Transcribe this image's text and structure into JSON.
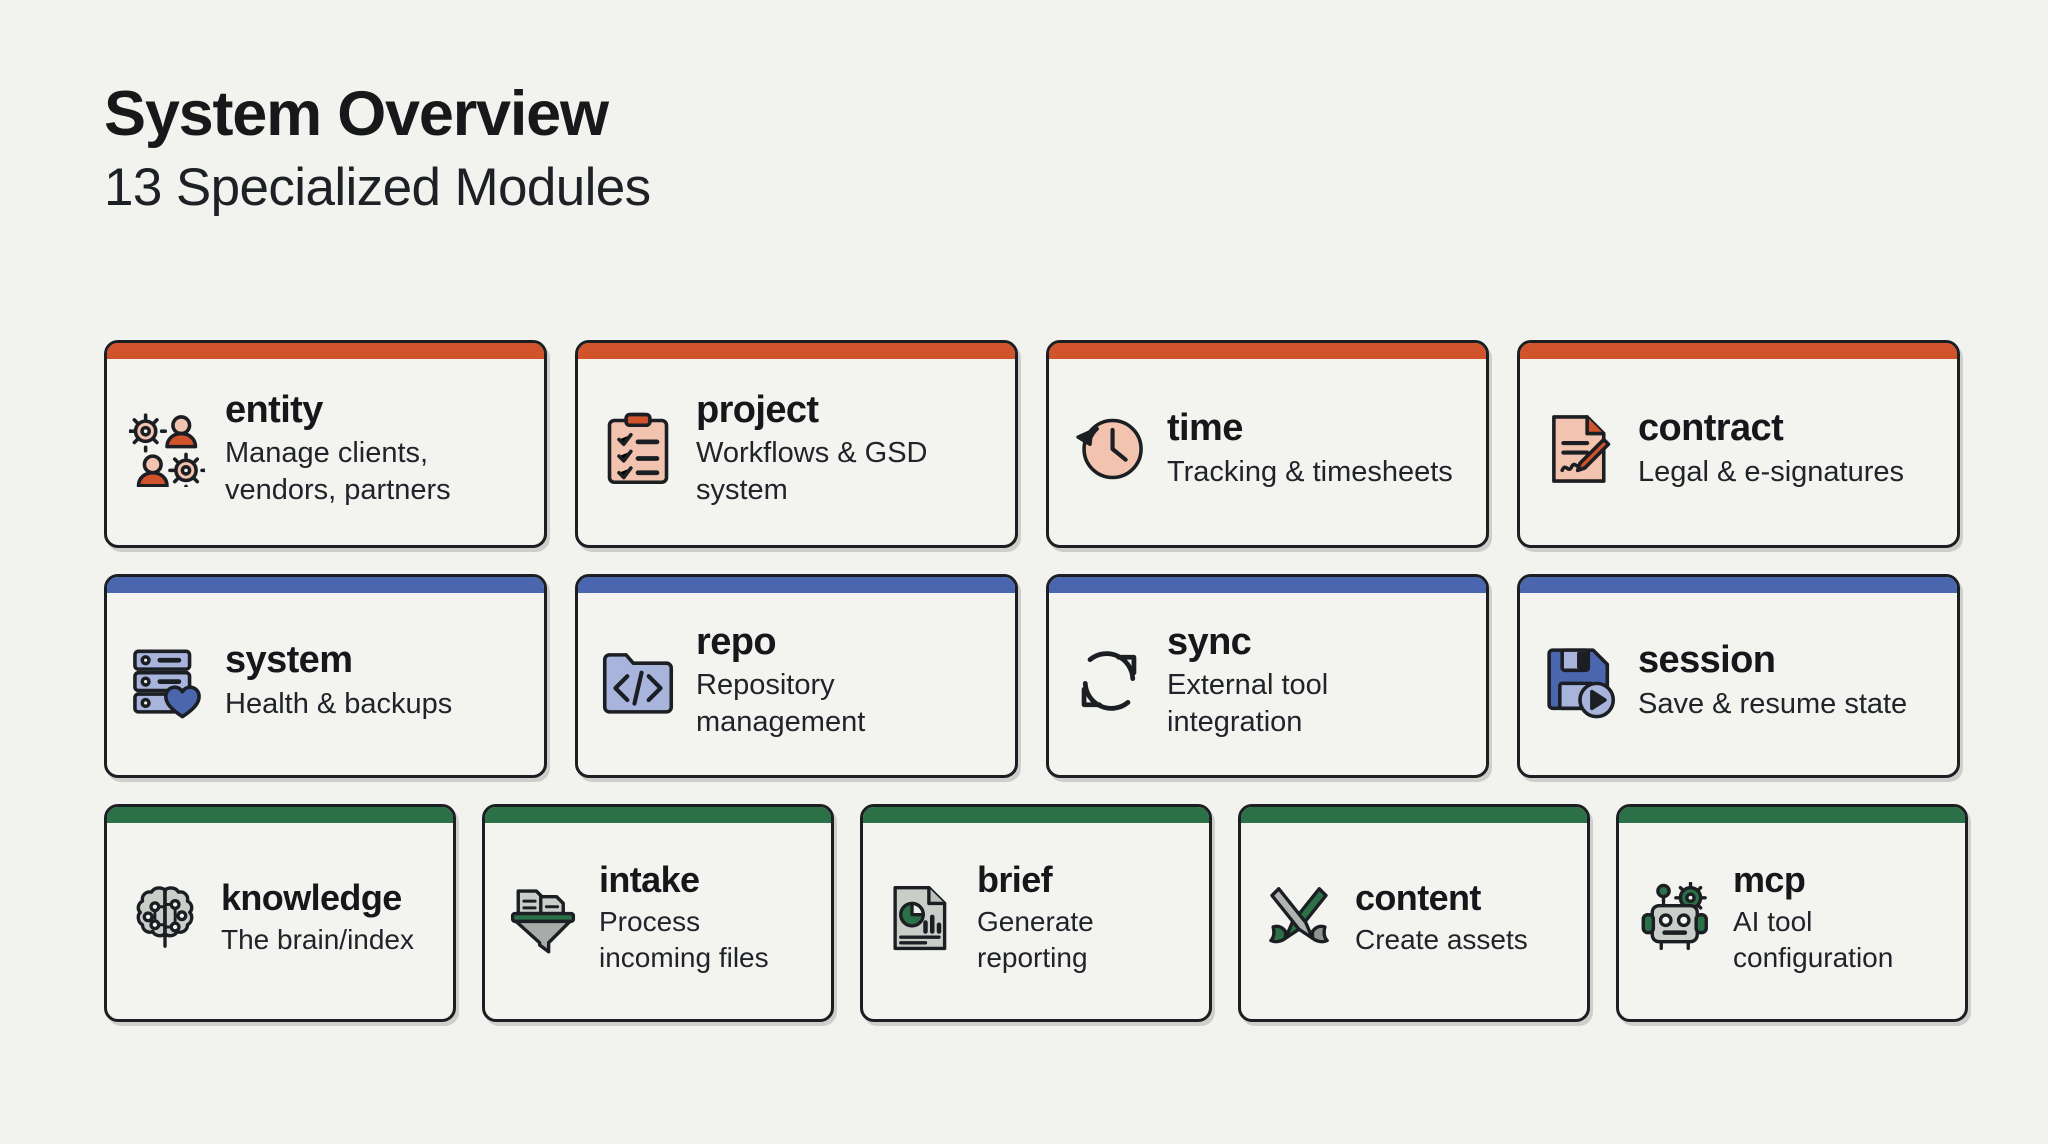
{
  "header": {
    "title": "System Overview",
    "subtitle": "13 Specialized Modules"
  },
  "colors": {
    "background": "#f2f2ee",
    "card_fill": "#f3f3ef",
    "border": "#1b1e22",
    "accent_orange": "#d1532b",
    "accent_blue": "#4a66ae",
    "accent_green": "#2c7048",
    "icon_orange_fill": "#f2c3ae",
    "icon_blue_fill": "#a8b4db",
    "icon_green_fill": "#c9cec9"
  },
  "rows": [
    {
      "accent": "orange",
      "cards": [
        {
          "name": "entity",
          "desc": "Manage clients, vendors, partners",
          "icon": "people-gears-icon"
        },
        {
          "name": "project",
          "desc": "Workflows & GSD system",
          "icon": "clipboard-checklist-icon"
        },
        {
          "name": "time",
          "desc": "Tracking & timesheets",
          "icon": "clock-history-icon"
        },
        {
          "name": "contract",
          "desc": "Legal & e-signatures",
          "icon": "document-signature-icon"
        }
      ]
    },
    {
      "accent": "blue",
      "cards": [
        {
          "name": "system",
          "desc": "Health & backups",
          "icon": "server-heart-icon"
        },
        {
          "name": "repo",
          "desc": "Repository management",
          "icon": "code-folder-icon"
        },
        {
          "name": "sync",
          "desc": "External tool integration",
          "icon": "sync-arrows-icon"
        },
        {
          "name": "session",
          "desc": "Save & resume state",
          "icon": "floppy-play-icon"
        }
      ]
    },
    {
      "accent": "green",
      "cards": [
        {
          "name": "knowledge",
          "desc": "The brain/index",
          "icon": "brain-circuit-icon"
        },
        {
          "name": "intake",
          "desc": "Process incoming files",
          "icon": "funnel-documents-icon"
        },
        {
          "name": "brief",
          "desc": "Generate reporting",
          "icon": "report-chart-icon"
        },
        {
          "name": "content",
          "desc": "Create assets",
          "icon": "paintbrushes-icon"
        },
        {
          "name": "mcp",
          "desc": "AI tool configuration",
          "icon": "robot-gear-icon"
        }
      ]
    }
  ]
}
